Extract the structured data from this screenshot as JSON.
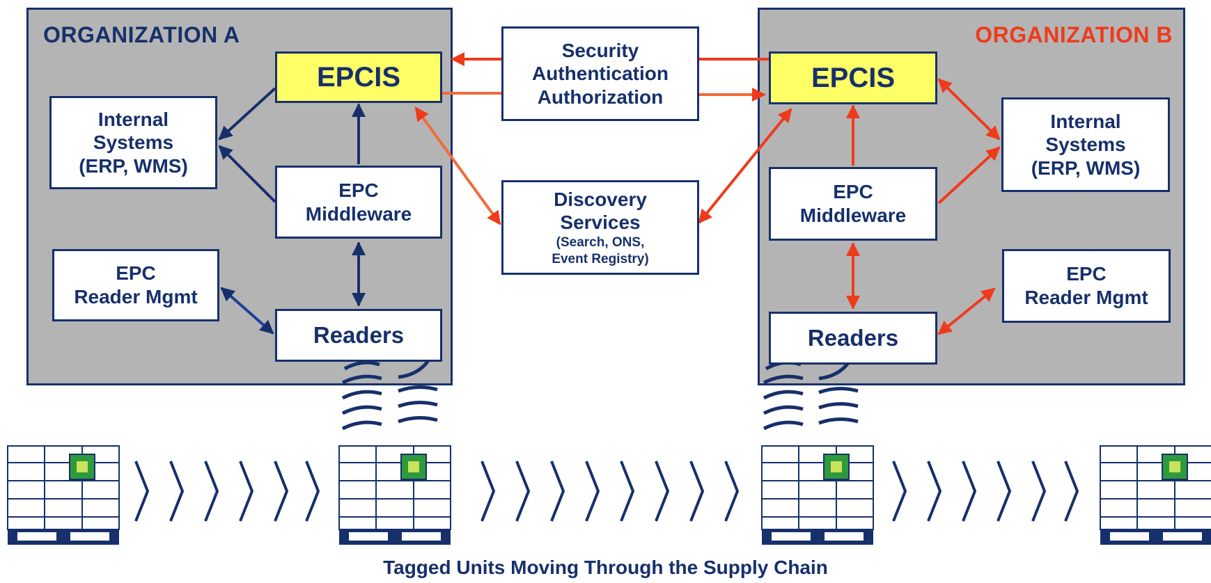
{
  "org_a": {
    "title": "ORGANIZATION A",
    "title_color": "#17306b"
  },
  "org_b": {
    "title": "ORGANIZATION B",
    "title_color": "#ee3b1c"
  },
  "org_a_nodes": {
    "epcis": "EPCIS",
    "internal": [
      "Internal",
      "Systems",
      "(ERP, WMS)"
    ],
    "middleware": [
      "EPC",
      "Middleware"
    ],
    "reader_mgmt": [
      "EPC",
      "Reader Mgmt"
    ],
    "readers": "Readers"
  },
  "org_b_nodes": {
    "epcis": "EPCIS",
    "internal": [
      "Internal",
      "Systems",
      "(ERP, WMS)"
    ],
    "middleware": [
      "EPC",
      "Middleware"
    ],
    "reader_mgmt": [
      "EPC",
      "Reader Mgmt"
    ],
    "readers": "Readers"
  },
  "security": [
    "Security",
    "Authentication",
    "Authorization"
  ],
  "discovery": {
    "title": [
      "Discovery",
      "Services"
    ],
    "detail": [
      "(Search, ONS,",
      "Event Registry)"
    ]
  },
  "caption": "Tagged Units Moving Through the Supply Chain",
  "colors": {
    "navy": "#17306b",
    "orange": "#ee3b1c",
    "epcis_fill": "#ffff66",
    "org_fill": "#b4b4b4",
    "chip": "#2e9a3e"
  },
  "icons": [
    "tagged-pallet-icon",
    "rfid-wave-icon",
    "chevron-right-icon",
    "rfid-chip-icon"
  ]
}
